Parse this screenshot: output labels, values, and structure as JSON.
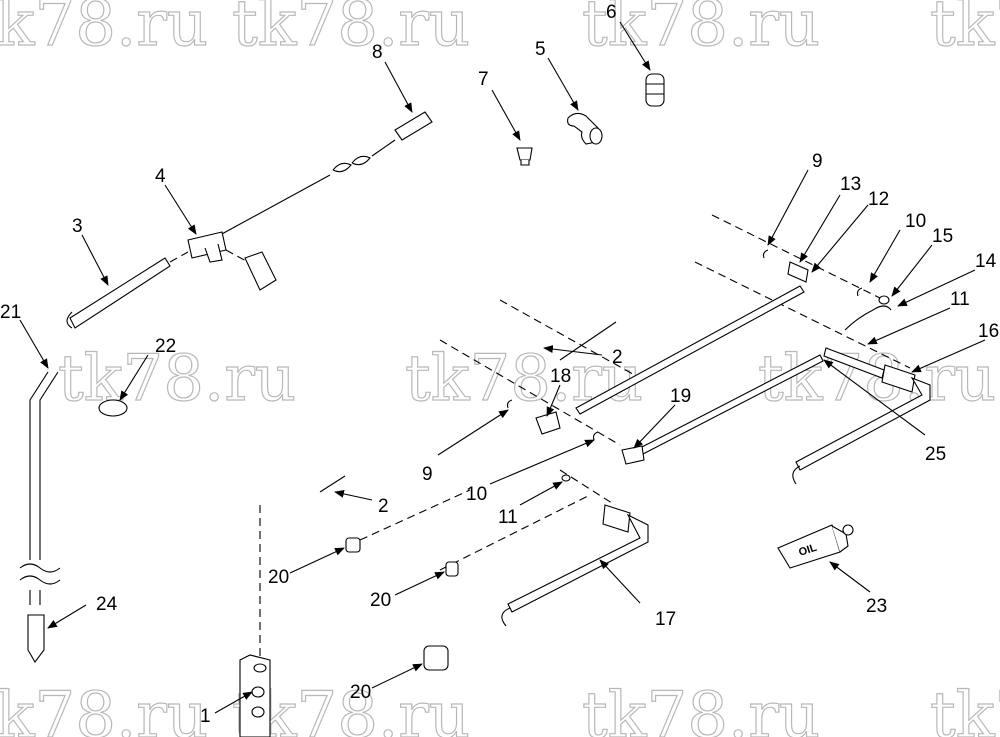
{
  "watermark": "tk78.ru",
  "callouts": [
    "1",
    "2",
    "2",
    "3",
    "4",
    "5",
    "6",
    "7",
    "8",
    "9",
    "9",
    "10",
    "10",
    "11",
    "11",
    "12",
    "13",
    "14",
    "15",
    "16",
    "17",
    "18",
    "19",
    "20",
    "20",
    "20",
    "21",
    "22",
    "23",
    "24",
    "25"
  ],
  "oil_label": "OIL"
}
